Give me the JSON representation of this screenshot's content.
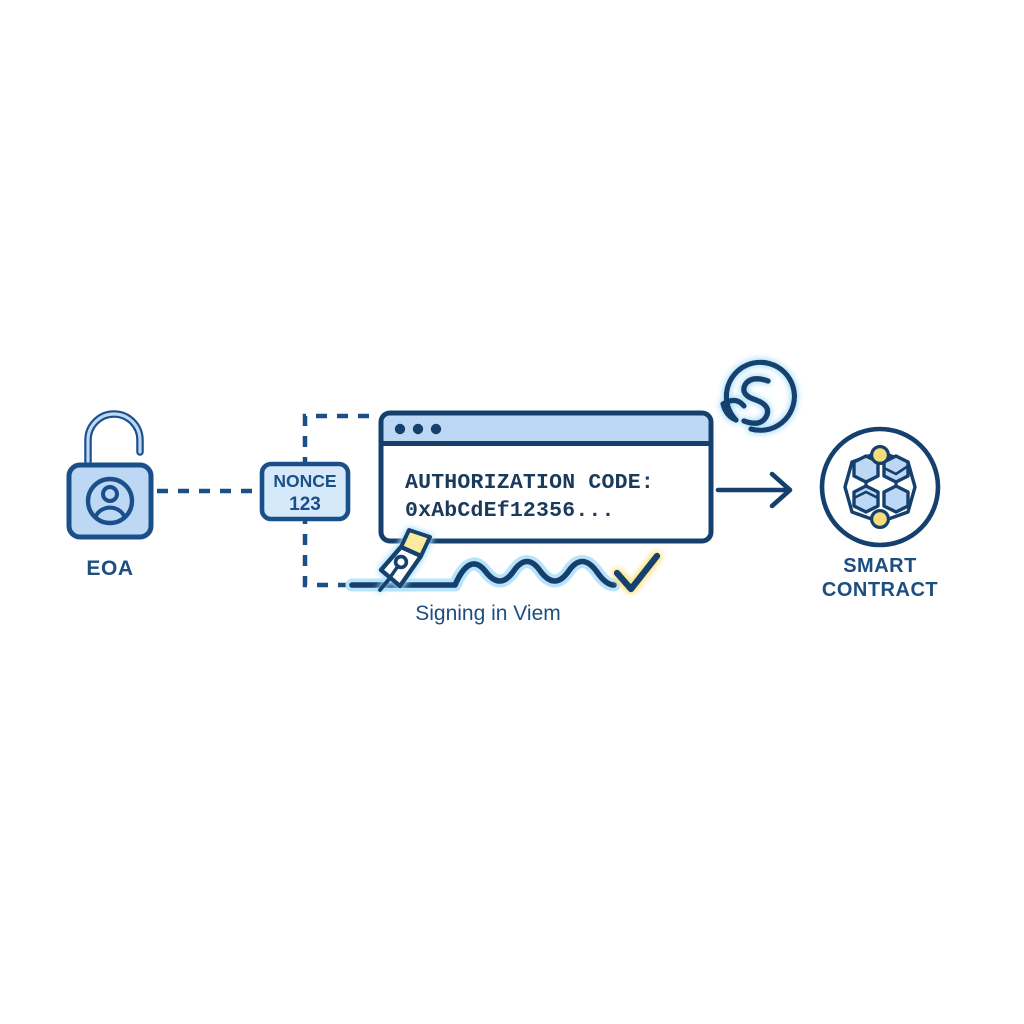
{
  "diagram": {
    "title": "EOA to Smart Contract authorization signing flow",
    "background_color": "#ffffff",
    "palette": {
      "stroke_navy": "#1a4f8a",
      "stroke_dark_navy": "#15406e",
      "fill_light_blue": "#bcd8f5",
      "fill_pale_blue": "#d6e9fb",
      "glow_blue": "#b8e4fb",
      "accent_yellow": "#fbe9a0",
      "accent_yellow_strong": "#f7dd7a",
      "text_navy": "#1c4e80",
      "mono_navy": "#1a3a5c"
    }
  },
  "nodes": {
    "eoa": {
      "label": "EOA",
      "icon": "unlocked-padlock-with-user-avatar"
    },
    "nonce": {
      "line1": "NONCE",
      "line2": "123"
    },
    "browser_window": {
      "dots_count": 3,
      "code_line1": "AUTHORIZATION CODE:",
      "code_line2": "0xAbCdEf12356..."
    },
    "signing": {
      "caption": "Signing in Viem",
      "icon": "fountain-pen-nib",
      "signature": "squiggly-wave-line",
      "status_icon": "yellow-check-mark"
    },
    "viem_logo": {
      "icon": "viem-s-logo-circle",
      "glyph": "S"
    },
    "smart_contract": {
      "label_line1": "SMART",
      "label_line2": "CONTRACT",
      "icon": "blockchain-hexagon-network-circle"
    }
  },
  "connectors": {
    "eoa_to_nonce": "dashed-horizontal-line",
    "nonce_bracket": "dashed-bracket-to-signing-line",
    "window_to_contract": "solid-arrow-right"
  }
}
